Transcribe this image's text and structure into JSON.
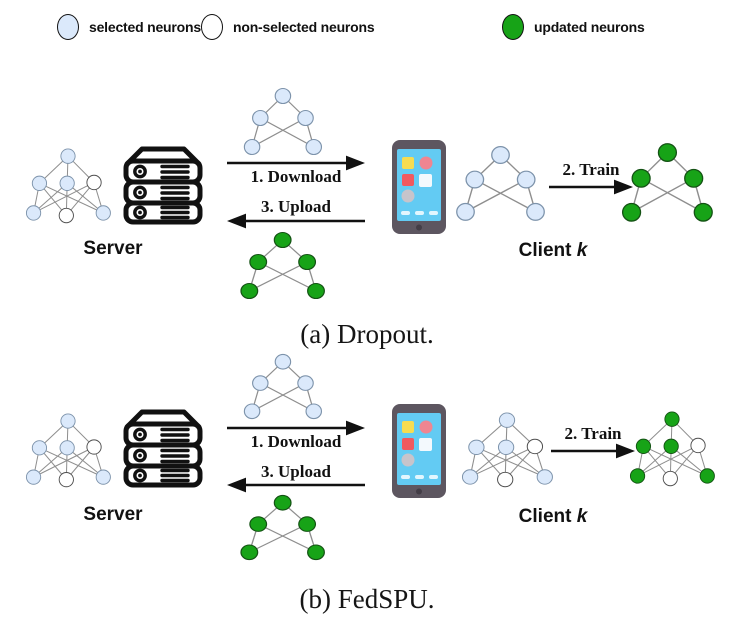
{
  "legend": {
    "items": [
      {
        "label": "selected neurons",
        "state": "selected"
      },
      {
        "label": "non-selected neurons",
        "state": "non_selected"
      },
      {
        "label": "updated neurons",
        "state": "updated"
      }
    ]
  },
  "labels": {
    "server": "Server",
    "client_prefix": "Client",
    "client_k": "k",
    "download": "1. Download",
    "upload": "3. Upload",
    "train": "2. Train"
  },
  "captions": {
    "a": "(a) Dropout.",
    "b": "(b) FedSPU."
  },
  "palette": {
    "selected_fill": "#dbe9fb",
    "selected_stroke": "#7d93ab",
    "non_selected_fill": "#ffffff",
    "non_selected_stroke": "#4d4d4d",
    "updated_fill": "#17a317",
    "updated_stroke": "#145214",
    "edge": "#8e8e8e",
    "arrow": "#111111",
    "server_icon": "#111111",
    "phone_body": "#5d5660",
    "phone_screen": "#63cbf3",
    "app_yellow": "#f6dc52",
    "app_pink": "#ef8591",
    "app_red": "#f0595f",
    "app_white": "#f3f9fd",
    "app_gray": "#c7c4cb",
    "phone_dash": "#e2f6fe",
    "phone_home": "#433d46"
  },
  "networks": {
    "server_a": {
      "layout": "full",
      "states": [
        "selected",
        "selected",
        "selected",
        "non_selected",
        "selected",
        "non_selected",
        "selected"
      ]
    },
    "download_a": {
      "layout": "small",
      "states": [
        "selected",
        "selected",
        "selected",
        "selected",
        "selected"
      ]
    },
    "upload_a": {
      "layout": "small",
      "states": [
        "updated",
        "updated",
        "updated",
        "updated",
        "updated"
      ]
    },
    "client_a": {
      "layout": "small",
      "states": [
        "selected",
        "selected",
        "selected",
        "selected",
        "selected"
      ]
    },
    "result_a": {
      "layout": "small",
      "states": [
        "updated",
        "updated",
        "updated",
        "updated",
        "updated"
      ]
    },
    "server_b": {
      "layout": "full",
      "states": [
        "selected",
        "selected",
        "selected",
        "non_selected",
        "selected",
        "non_selected",
        "selected"
      ]
    },
    "download_b": {
      "layout": "small",
      "states": [
        "selected",
        "selected",
        "selected",
        "selected",
        "selected"
      ]
    },
    "upload_b": {
      "layout": "small",
      "states": [
        "updated",
        "updated",
        "updated",
        "updated",
        "updated"
      ]
    },
    "client_b": {
      "layout": "full",
      "states": [
        "selected",
        "selected",
        "selected",
        "non_selected",
        "selected",
        "non_selected",
        "selected"
      ]
    },
    "result_b": {
      "layout": "full",
      "states": [
        "updated",
        "updated",
        "updated",
        "non_selected",
        "updated",
        "non_selected",
        "updated"
      ]
    }
  }
}
